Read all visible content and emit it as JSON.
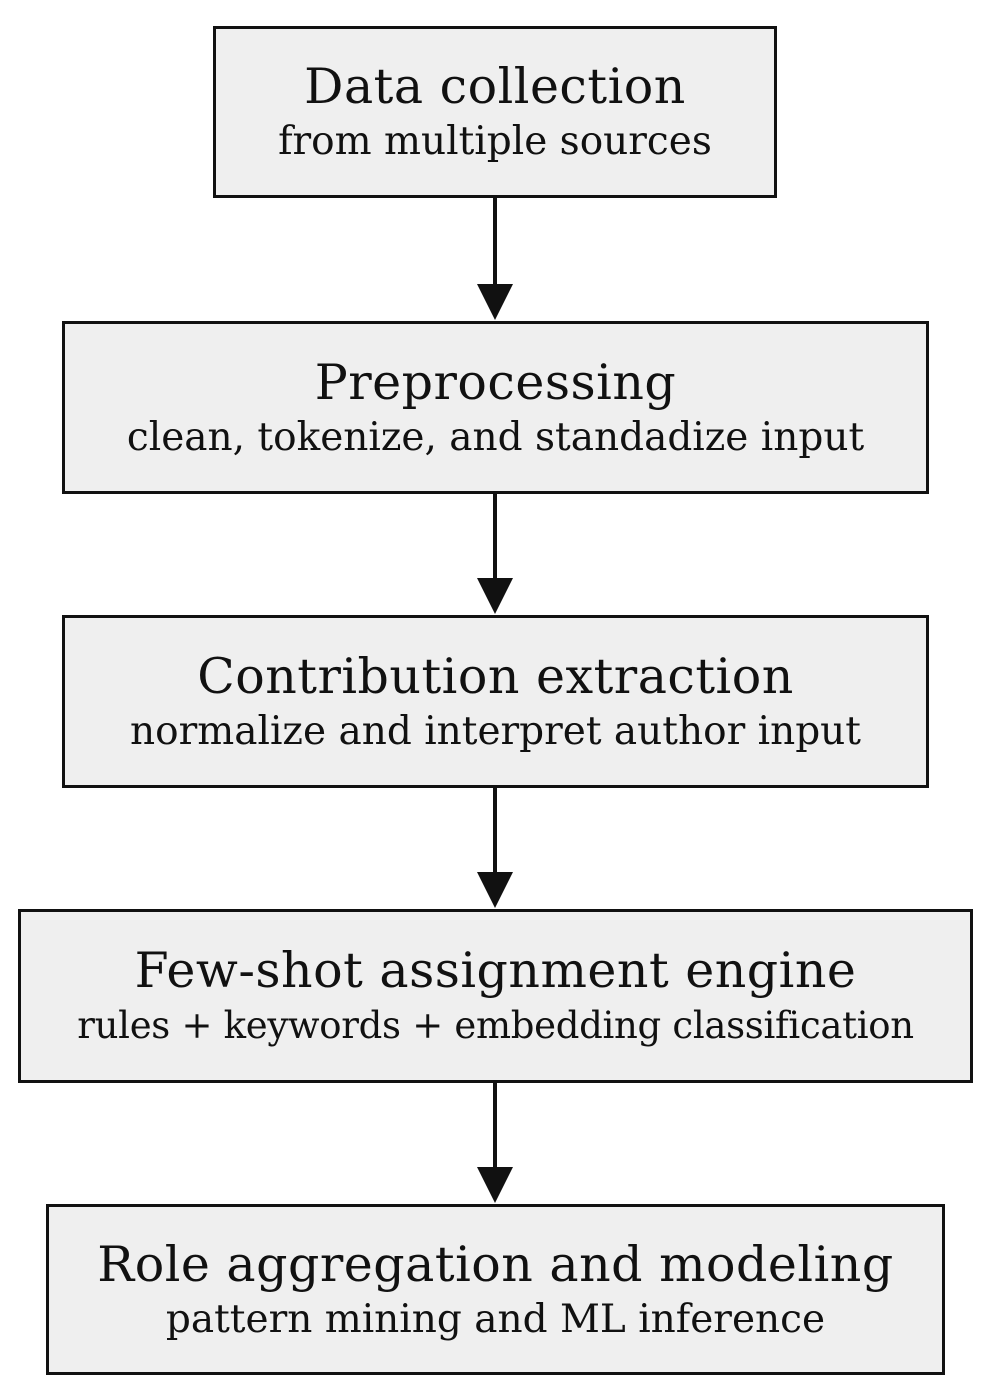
{
  "steps": [
    {
      "title": "Data collection",
      "subtitle": "from multiple sources"
    },
    {
      "title": "Preprocessing",
      "subtitle": "clean, tokenize, and standadize input"
    },
    {
      "title": "Contribution extraction",
      "subtitle": "normalize and interpret author input"
    },
    {
      "title": "Few-shot assignment engine",
      "subtitle": "rules + keywords + embedding classification"
    },
    {
      "title": "Role aggregation and modeling",
      "subtitle": "pattern mining and ML inference"
    }
  ],
  "colors": {
    "box_fill": "#efefef",
    "stroke": "#111111"
  }
}
